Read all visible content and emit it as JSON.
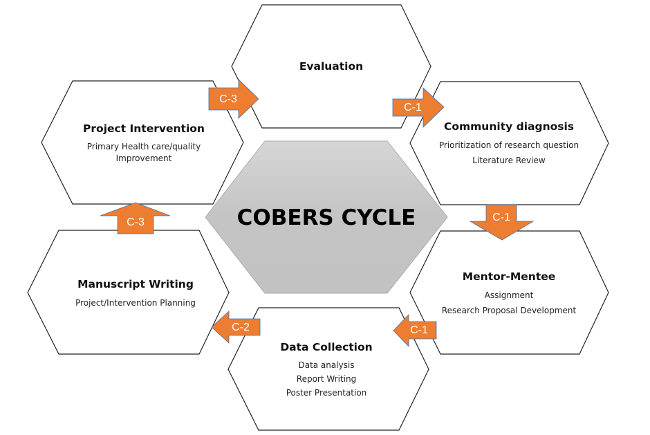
{
  "center": {
    "title": "COBERS CYCLE"
  },
  "nodes": {
    "evaluation": {
      "title": "Evaluation",
      "lines": []
    },
    "community": {
      "title": "Community diagnosis",
      "lines": [
        "Prioritization of research question",
        "Literature Review"
      ]
    },
    "mentor": {
      "title": "Mentor-Mentee",
      "lines": [
        "Assignment",
        "Research Proposal Development"
      ]
    },
    "data": {
      "title": "Data Collection",
      "lines": [
        "Data analysis",
        "Report Writing",
        "Poster Presentation"
      ]
    },
    "manuscript": {
      "title": "Manuscript Writing",
      "lines": [
        "Project/Intervention Planning"
      ]
    },
    "project": {
      "title": "Project Intervention",
      "lines": [
        "Primary Health care/quality",
        "Improvement"
      ]
    }
  },
  "arrows": {
    "eval_to_community": "C-1",
    "community_to_mentor": "C-1",
    "mentor_to_data": "C-1",
    "data_to_manuscript": "C-2",
    "manuscript_to_project": "C-3",
    "project_to_eval": "C-3"
  },
  "colors": {
    "arrow": "#ED7D31",
    "center_fill": "#C8C8C8"
  }
}
